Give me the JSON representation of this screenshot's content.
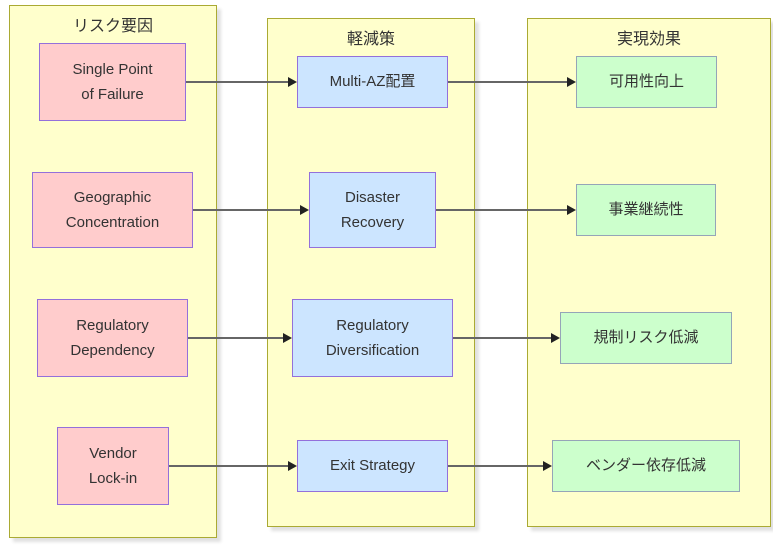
{
  "columns": [
    {
      "title": "リスク要因",
      "nodes": [
        {
          "label": "Single Point\nof Failure"
        },
        {
          "label": "Geographic\nConcentration"
        },
        {
          "label": "Regulatory\nDependency"
        },
        {
          "label": "Vendor\nLock-in"
        }
      ]
    },
    {
      "title": "軽減策",
      "nodes": [
        {
          "label": "Multi-AZ配置"
        },
        {
          "label": "Disaster\nRecovery"
        },
        {
          "label": "Regulatory\nDiversification"
        },
        {
          "label": "Exit Strategy"
        }
      ]
    },
    {
      "title": "実現効果",
      "nodes": [
        {
          "label": "可用性向上"
        },
        {
          "label": "事業継続性"
        },
        {
          "label": "規制リスク低減"
        },
        {
          "label": "ベンダー依存低減"
        }
      ]
    }
  ],
  "edges": [
    {
      "from": "Single Point of Failure",
      "to": "Multi-AZ配置"
    },
    {
      "from": "Multi-AZ配置",
      "to": "可用性向上"
    },
    {
      "from": "Geographic Concentration",
      "to": "Disaster Recovery"
    },
    {
      "from": "Disaster Recovery",
      "to": "事業継続性"
    },
    {
      "from": "Regulatory Dependency",
      "to": "Regulatory Diversification"
    },
    {
      "from": "Regulatory Diversification",
      "to": "規制リスク低減"
    },
    {
      "from": "Vendor Lock-in",
      "to": "Exit Strategy"
    },
    {
      "from": "Exit Strategy",
      "to": "ベンダー依存低減"
    }
  ],
  "colors": {
    "column_fill": "#ffffcc",
    "column_border": "#aaaa33",
    "risk_fill": "#ffcccc",
    "mitigation_fill": "#cce5ff",
    "effect_fill": "#ccffcc",
    "node_border_purple": "#9370db",
    "effect_border": "#95a5b8",
    "arrow": "#666666",
    "arrow_head": "#222222",
    "text": "#333333"
  }
}
